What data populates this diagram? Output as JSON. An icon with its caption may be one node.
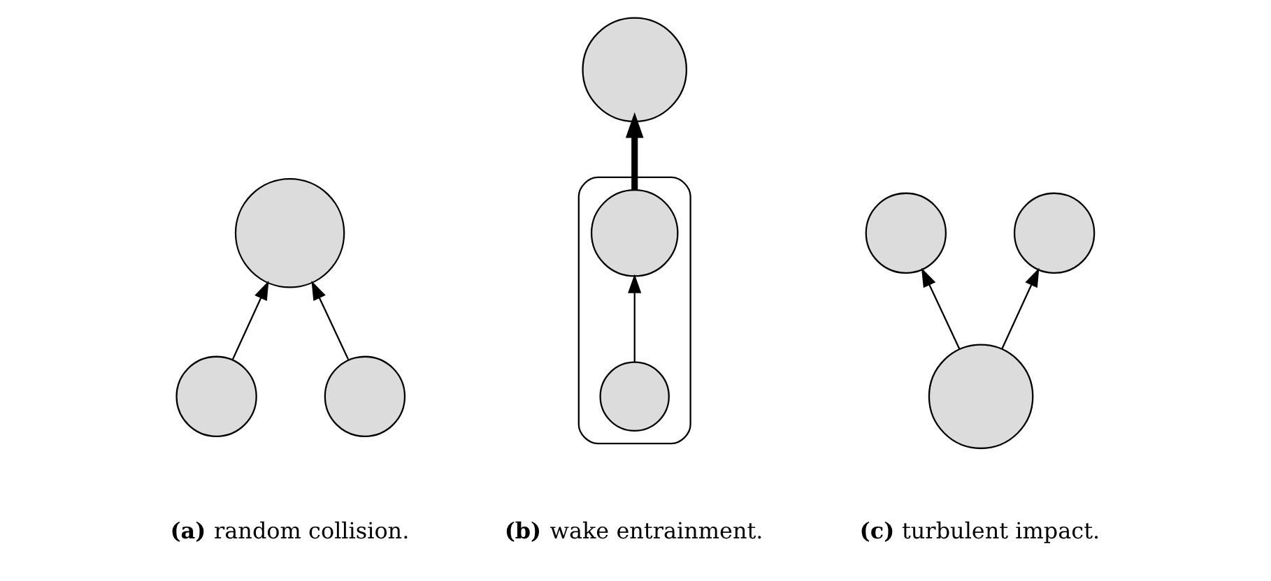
{
  "diagram": {
    "nodes": [
      {
        "text": [],
        "shape": "circle"
      },
      {
        "text": [],
        "shape": "circle"
      },
      {
        "text": [],
        "shape": "circle"
      },
      {
        "text": [],
        "shape": "circle"
      },
      {
        "text": [],
        "shape": "cylinder"
      },
      {
        "text": [],
        "shape": "circle",
        "in": 4
      },
      {
        "text": [],
        "shape": "circle",
        "in": 4
      },
      {
        "text": [],
        "shape": "circle"
      },
      {
        "text": [],
        "shape": "circle"
      },
      {
        "text": [],
        "shape": "circle"
      }
    ],
    "edges": [
      {
        "from": 1,
        "to": 0,
        "arrow": "to"
      },
      {
        "from": 2,
        "to": 0,
        "arrow": "to"
      },
      {
        "from": 6,
        "to": 5,
        "arrow": "to"
      },
      {
        "from": 5,
        "to": 3,
        "arrow": "to",
        "style": "thick"
      },
      {
        "from": 9,
        "to": 7,
        "arrow": "to"
      },
      {
        "from": 9,
        "to": 8,
        "arrow": "to"
      }
    ],
    "labels": [
      "**(a)** random collision.",
      "**(b)** wake entrainment.",
      "**(c)** turbulent impact."
    ]
  }
}
